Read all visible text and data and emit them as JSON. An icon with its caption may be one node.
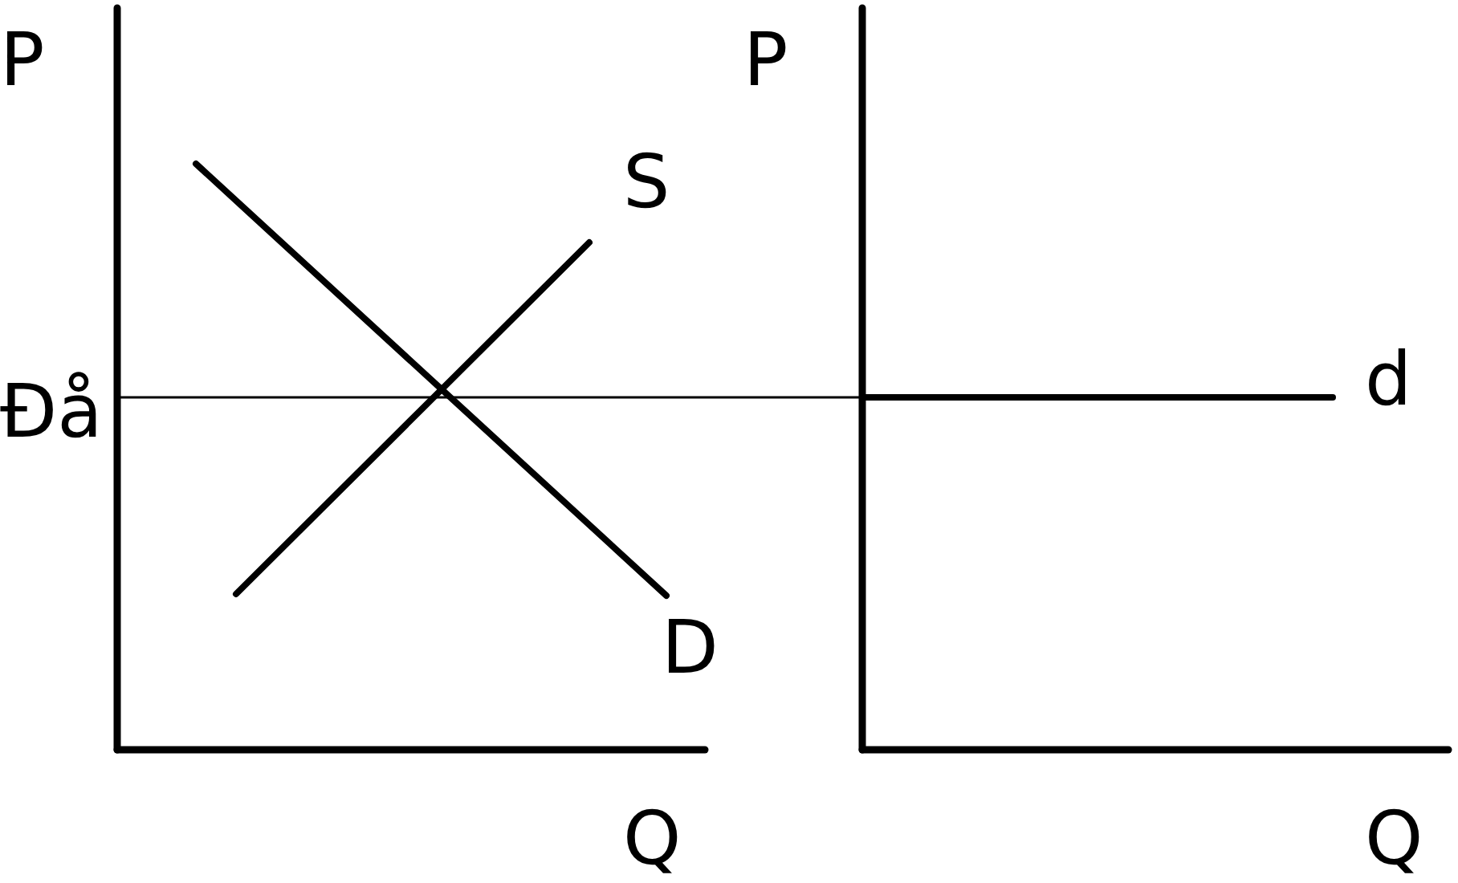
{
  "diagram": {
    "labels": [
      "P",
      "P",
      "S",
      "Đå",
      "d",
      "D",
      "Q",
      "Q"
    ]
  }
}
